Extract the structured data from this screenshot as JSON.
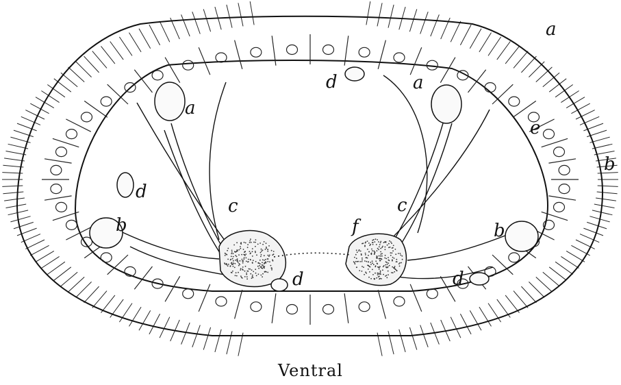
{
  "figure": {
    "labels": {
      "a1": "a",
      "a2": "a",
      "a3": "a",
      "b1": "b",
      "b2": "b",
      "b3": "b",
      "c1": "c",
      "c2": "c",
      "d1": "d",
      "d2": "d",
      "d3": "d",
      "d4": "d",
      "e1": "e",
      "f1": "f"
    },
    "caption": "Ventral"
  }
}
